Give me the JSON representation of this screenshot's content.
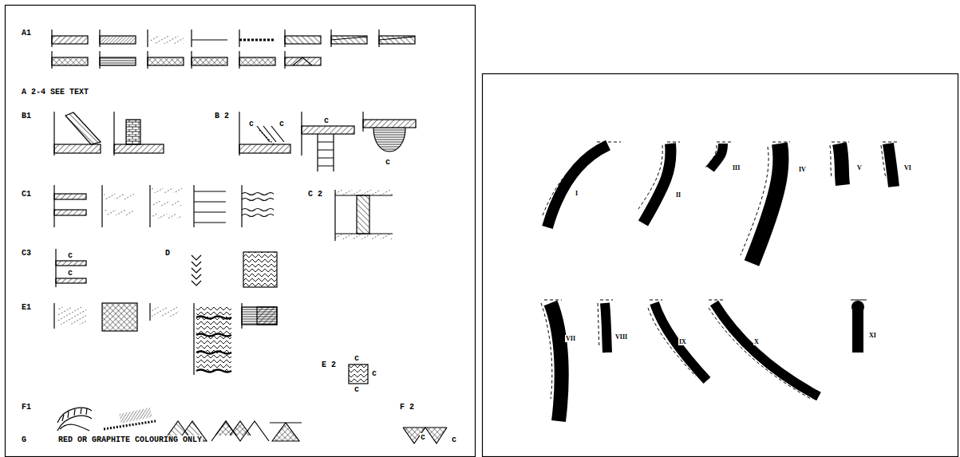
{
  "diagram": {
    "labels": [
      "A1",
      "A 2-4 SEE TEXT",
      "B1",
      "B 2",
      "c",
      "c",
      "c",
      "c",
      "C1",
      "C 2",
      "C3",
      "c",
      "c",
      "D",
      "E1",
      "E 2",
      "c",
      "c",
      "c",
      "F1",
      "F 2",
      "c",
      "c",
      "G",
      "RED OR GRAPHITE COLOURING ONLY",
      "I",
      "II",
      "III",
      "IV",
      "V",
      "VI",
      "VII",
      "VIII",
      "IX",
      "X",
      "XI"
    ]
  }
}
